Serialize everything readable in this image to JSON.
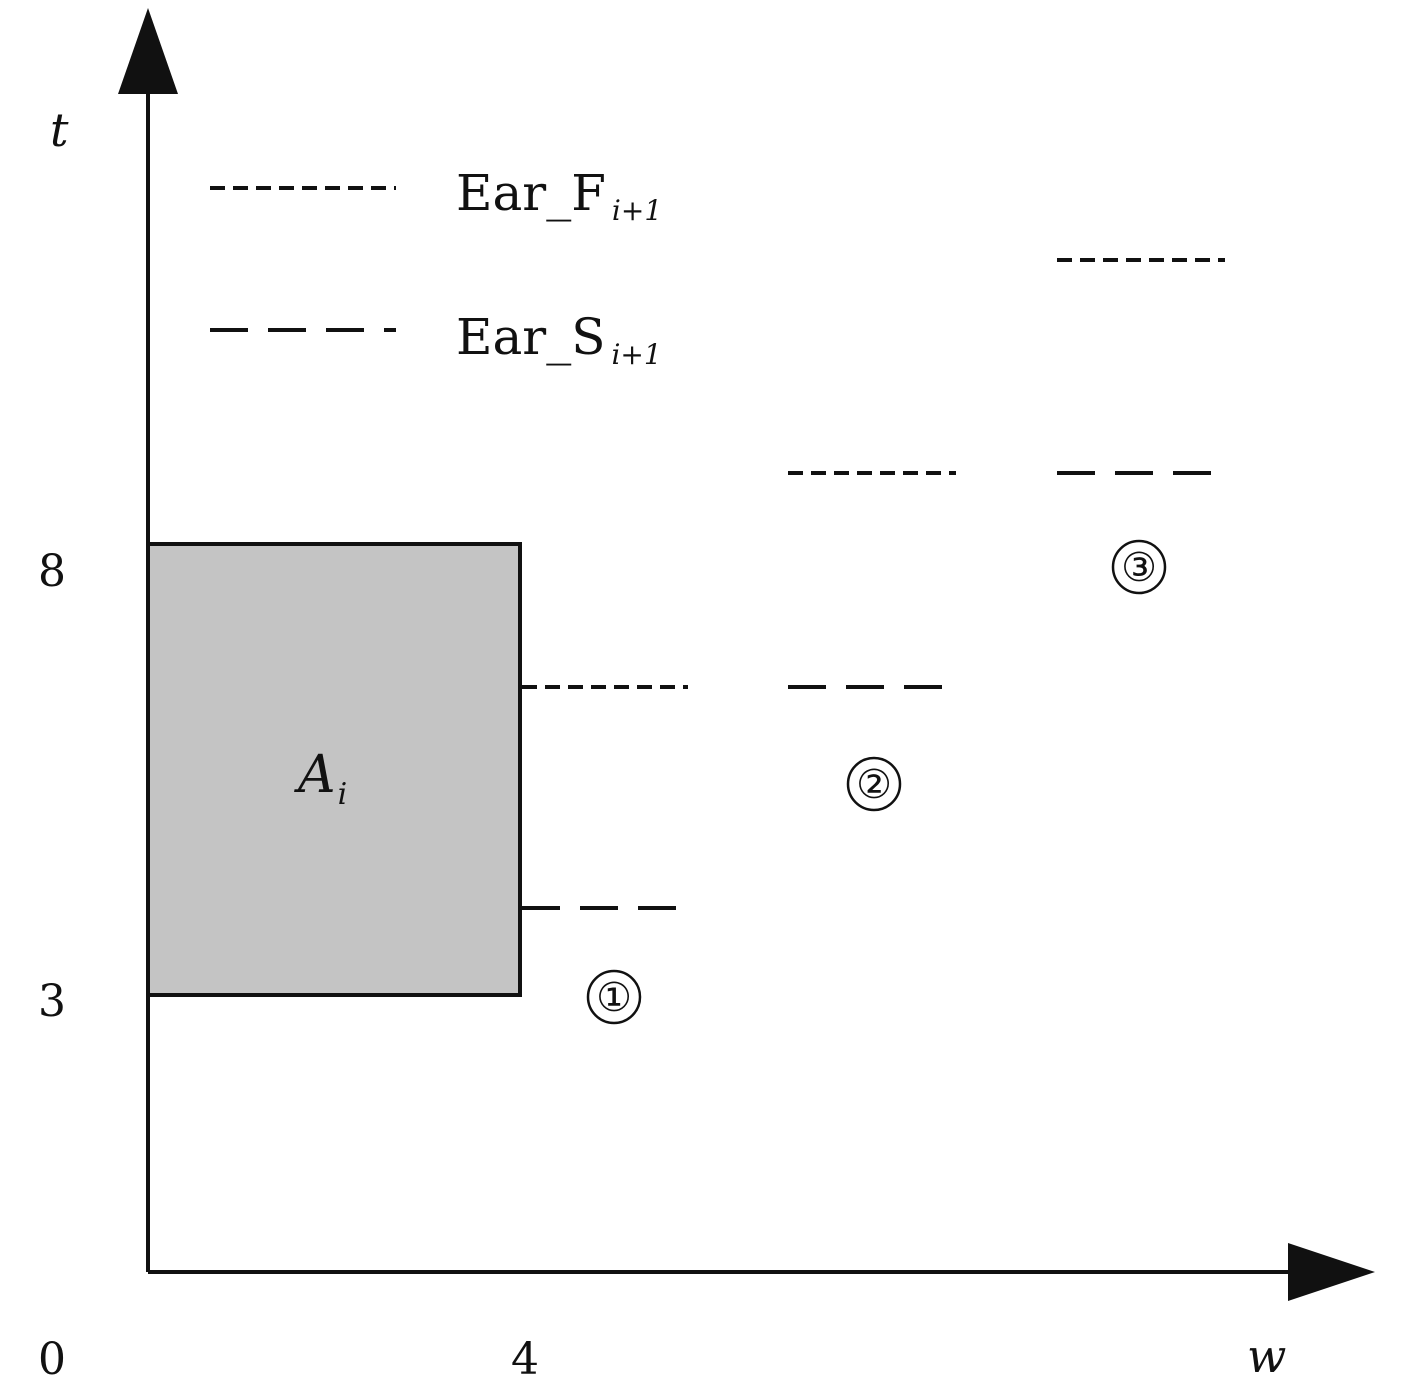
{
  "axes": {
    "y_name": "t",
    "x_name": "w",
    "origin_label": "0",
    "y_ticks": [
      {
        "label": "8",
        "value": 8
      },
      {
        "label": "3",
        "value": 3
      }
    ],
    "x_ticks": [
      {
        "label": "4",
        "value": 4
      }
    ]
  },
  "legend": {
    "items": [
      {
        "style": "short-dash",
        "prefix": "Ear_F",
        "sub": "i+1"
      },
      {
        "style": "long-dash",
        "prefix": "Ear_S",
        "sub": "i+1"
      }
    ]
  },
  "block": {
    "name": "A",
    "sub": "i",
    "fill": "#c4c4c4"
  },
  "markers": [
    {
      "label": "①"
    },
    {
      "label": "②"
    },
    {
      "label": "③"
    }
  ],
  "colors": {
    "stroke": "#111111",
    "background": "#ffffff"
  }
}
